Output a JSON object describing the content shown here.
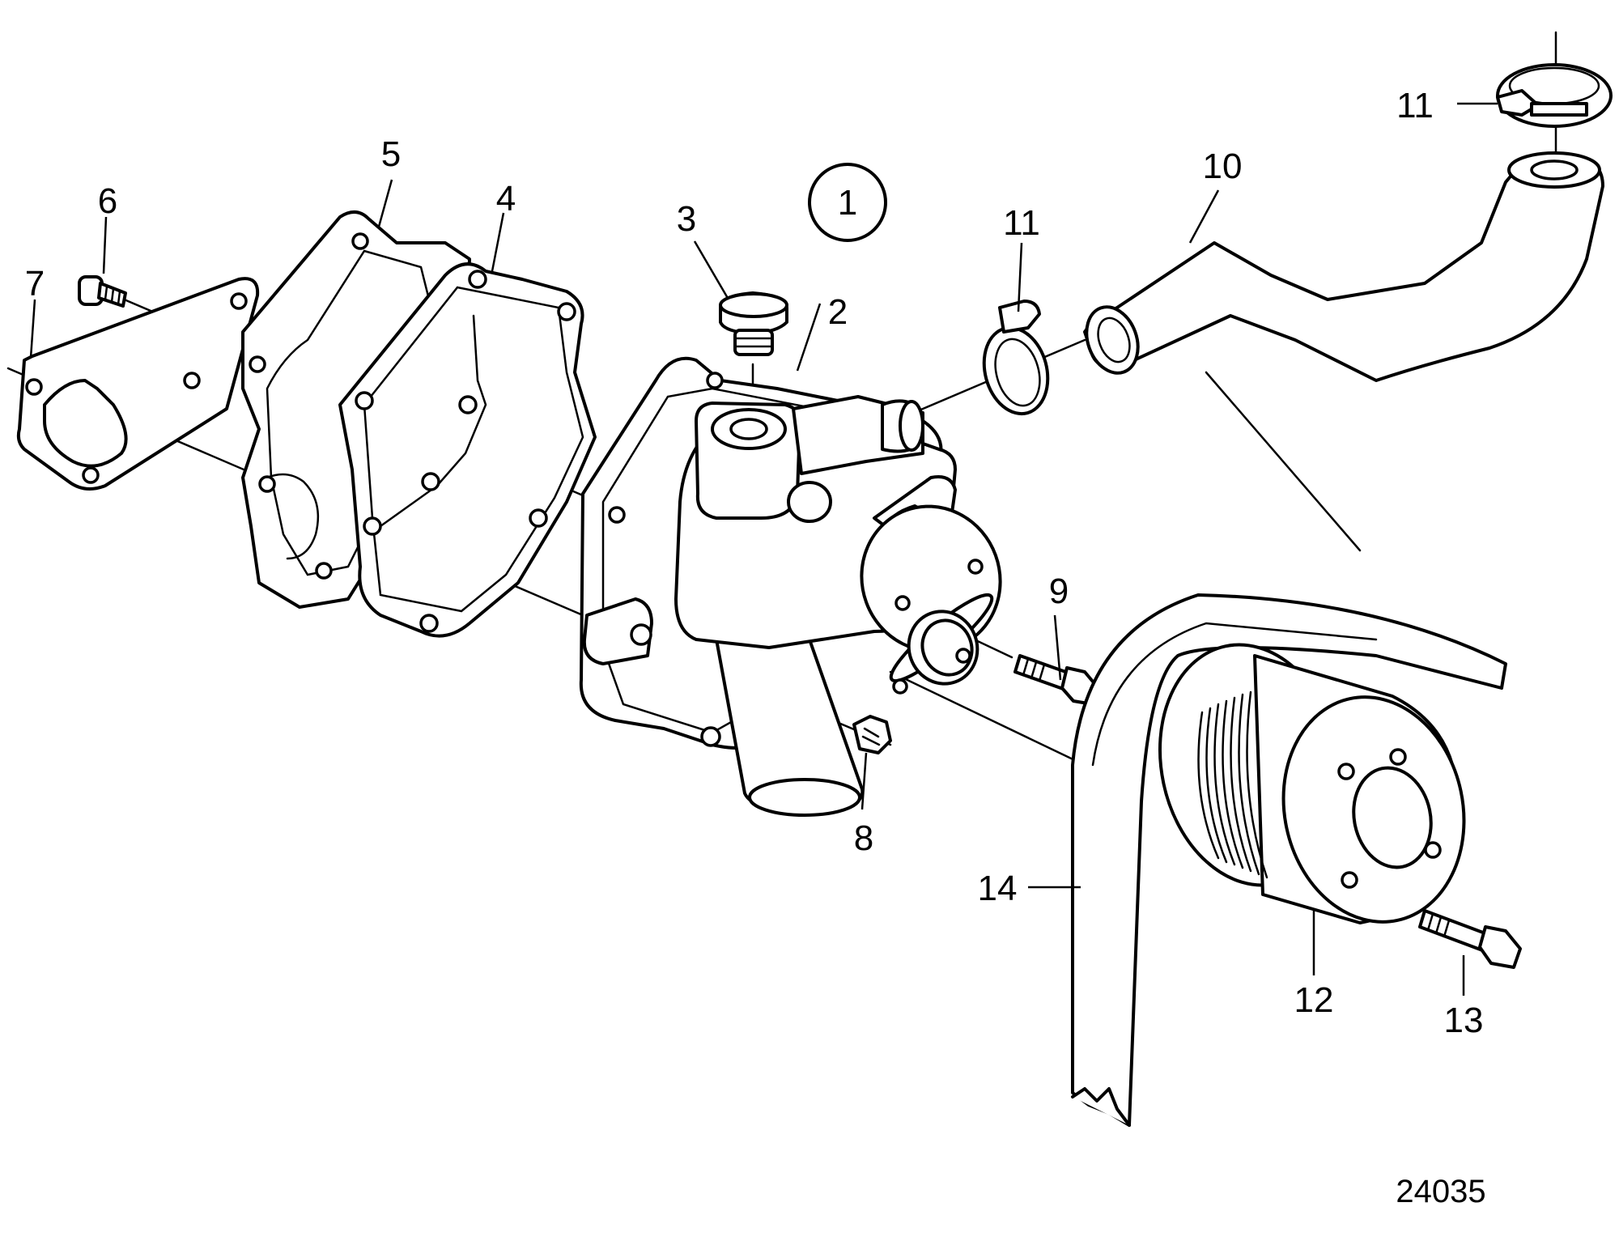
{
  "diagram": {
    "group_callout": "1",
    "drawing_number": "24035",
    "callouts": [
      {
        "id": "c2",
        "label": "2"
      },
      {
        "id": "c3",
        "label": "3"
      },
      {
        "id": "c4",
        "label": "4"
      },
      {
        "id": "c5",
        "label": "5"
      },
      {
        "id": "c6",
        "label": "6"
      },
      {
        "id": "c7",
        "label": "7"
      },
      {
        "id": "c8",
        "label": "8"
      },
      {
        "id": "c9",
        "label": "9"
      },
      {
        "id": "c10",
        "label": "10"
      },
      {
        "id": "c11a",
        "label": "11"
      },
      {
        "id": "c11b",
        "label": "11"
      },
      {
        "id": "c12",
        "label": "12"
      },
      {
        "id": "c13",
        "label": "13"
      },
      {
        "id": "c14",
        "label": "14"
      }
    ]
  }
}
